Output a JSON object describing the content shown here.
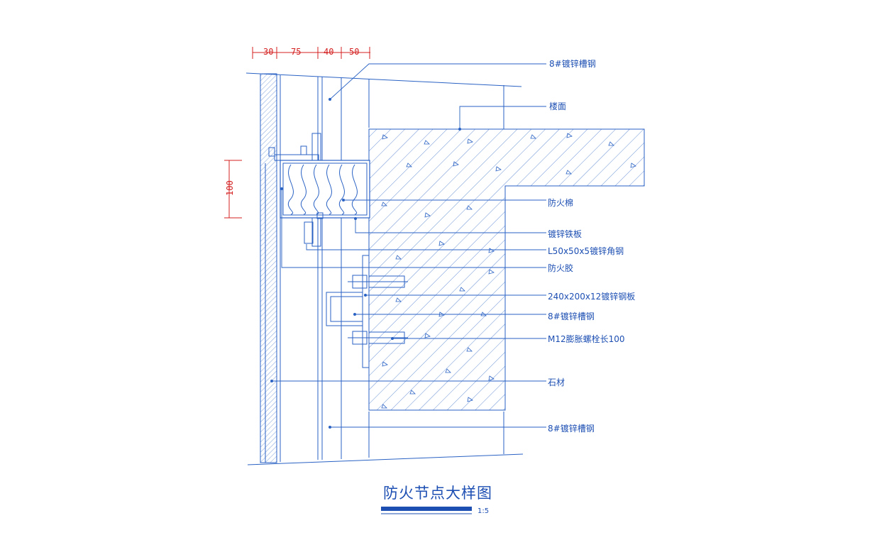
{
  "colors": {
    "line": "#2a62c4",
    "text": "#1d4fb3",
    "dimension": "#d42020",
    "background": "#ffffff"
  },
  "dimensions": {
    "top": [
      "30",
      "75",
      "40",
      "50"
    ],
    "left": "100"
  },
  "labels": {
    "channel_top": "8#镀锌槽钢",
    "floor": "楼面",
    "fire_wool": "防火棉",
    "galv_sheet": "镀锌铁板",
    "angle_steel": "L50x50x5镀锌角钢",
    "fire_sealant": "防火胶",
    "steel_plate": "240x200x12镀锌钢板",
    "channel_mid": "8#镀锌槽钢",
    "anchor_bolt": "M12膨胀螺栓长100",
    "stone": "石材",
    "channel_bottom": "8#镀锌槽钢"
  },
  "title": "防火节点大样图",
  "scale": "1:5"
}
